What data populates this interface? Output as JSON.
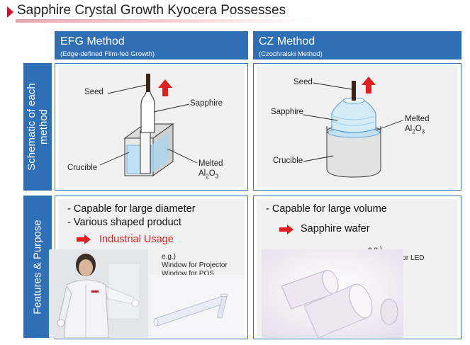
{
  "title": "Sapphire Crystal Growth Kyocera Possesses",
  "columns": [
    {
      "name": "EFG Method",
      "subtitle": "(Edge-defined Film-fed Growth)"
    },
    {
      "name": "CZ Method",
      "subtitle": "(Czochralski Method)"
    }
  ],
  "rows": [
    {
      "label_line1": "Schematic of each",
      "label_line2": "method"
    },
    {
      "label": "Features & Purpose"
    }
  ],
  "efg_schematic": {
    "seed": "Seed",
    "sapphire": "Sapphire",
    "crucible": "Crucible",
    "melted_line1": "Melted",
    "melted_formula": {
      "al": "Al",
      "al_sub": "2",
      "o": "O",
      "o_sub": "3"
    }
  },
  "cz_schematic": {
    "seed": "Seed",
    "sapphire": "Sapphire",
    "crucible": "Crucible",
    "melted_line1": "Melted",
    "melted_formula": {
      "al": "Al",
      "al_sub": "2",
      "o": "O",
      "o_sub": "3"
    }
  },
  "efg_features": {
    "line1": "- Capable for large diameter",
    "line2": "- Various shaped product",
    "usage": "Industrial Usage",
    "eg_label": "e.g.)",
    "eg_line1": "Window for Projector",
    "eg_line2": "Window for POS"
  },
  "cz_features": {
    "line1": "- Capable for large volume",
    "usage": "Sapphire wafer",
    "eg_label": "e.g.)",
    "eg_line1": "Substrate for LED"
  },
  "colors": {
    "header_blue": "#2f6fb5",
    "accent_red": "#d5102a",
    "panel_gray": "#f1f1f1",
    "melt_blue": "#bfe2f5"
  },
  "icons": [
    "triangle-marker-icon",
    "up-arrow-icon",
    "right-arrow-icon"
  ]
}
